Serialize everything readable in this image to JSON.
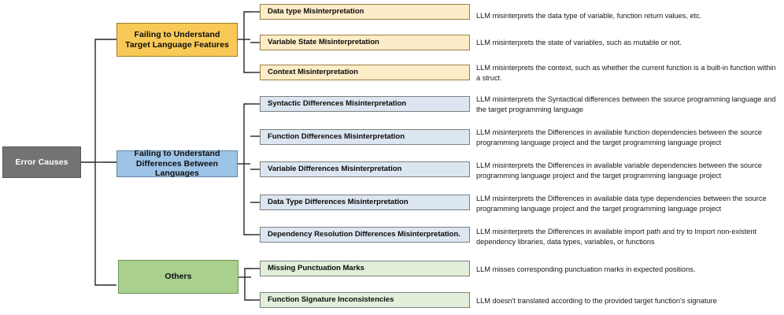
{
  "diagram": {
    "title": "Error Causes Taxonomy",
    "root": {
      "label": "Error Causes",
      "color": "#737373"
    },
    "colors": {
      "category_yellow": "#F8C957",
      "category_blue": "#9DC3E6",
      "category_green": "#A9D08E",
      "leaf_yellow": "#FDECC8",
      "leaf_blue": "#DCE6F1",
      "leaf_green": "#E2EFDA",
      "root_gray": "#737373",
      "connector": "#262626"
    },
    "categories": [
      {
        "label": "Failing to Understand\nTarget Language Features",
        "label_line1": "Failing to Understand",
        "label_line2": "Target Language Features",
        "color": "#F8C957",
        "leaves": [
          {
            "label": "Data type Misinterpretation",
            "description": "LLM misinterprets the data type of variable, function return values, etc."
          },
          {
            "label": "Variable State Misinterpretation",
            "description": "LLM misinterprets the state of variables, such as mutable or not."
          },
          {
            "label": "Context Misinterpretation",
            "description": "LLM misinterprets the context, such as whether the current function is a built-in function within a struct."
          }
        ]
      },
      {
        "label": "Failing to Understand\nDifferences Between Languages",
        "label_line1": "Failing to Understand",
        "label_line2": "Differences Between Languages",
        "color": "#9DC3E6",
        "leaves": [
          {
            "label": "Syntactic Differences Misinterpretation",
            "description": "LLM misinterprets the Syntactical differences between the source programming language and the target programming language"
          },
          {
            "label": "Function Differences Misinterpretation",
            "description": "LLM misinterprets the Differences in available function dependencies between the source programming language project and the target programming language project"
          },
          {
            "label": "Variable Differences Misinterpretation",
            "description": "LLM misinterprets the Differences in available variable dependencies between the source programming language project and the target programming language project"
          },
          {
            "label": "Data Type Differences Misinterpretation",
            "description": "LLM misinterprets the Differences in available data type dependencies between the source programming language project and the target programming language project"
          },
          {
            "label": "Dependency Resolution Differences Misinterpretation.",
            "description": "LLM misinterprets the Differences in available import path and try to Import non-existent dependency libraries, data types, variables, or functions"
          }
        ]
      },
      {
        "label": "Others",
        "label_line1": "Others",
        "label_line2": "",
        "color": "#A9D08E",
        "leaves": [
          {
            "label": "Missing Punctuation Marks",
            "description": "LLM misses corresponding punctuation marks in expected positions."
          },
          {
            "label": "Function Signature Inconsistencies",
            "description": "LLM doesn't translated according to the provided target function's signature"
          }
        ]
      }
    ]
  }
}
